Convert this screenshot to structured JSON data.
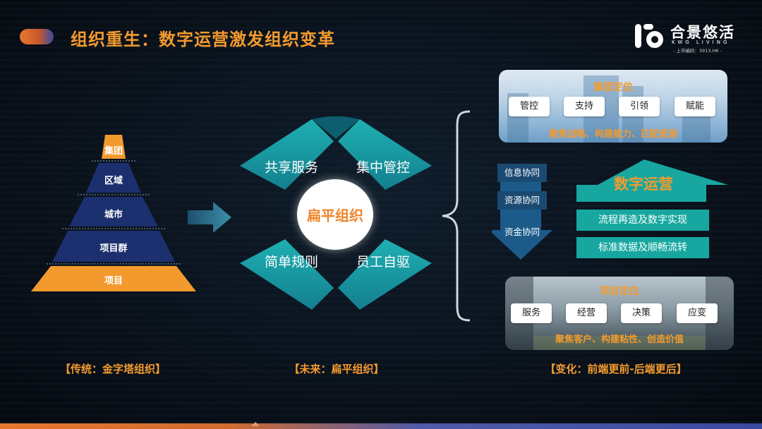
{
  "header": {
    "title": "组织重生：数字运营激发组织变革"
  },
  "logo": {
    "name": "合景悠活",
    "en": "KWG LIVING",
    "code": "- 上市编码：3913.HK -"
  },
  "pyramid": {
    "levels": [
      "集团",
      "区域",
      "城市",
      "项目群",
      "项目"
    ],
    "caption": "【传统：金字塔组织】"
  },
  "flat": {
    "center": "扁平组织",
    "petals": {
      "top_left": "共享服务",
      "top_right": "集中管控",
      "bottom_left": "简单规则",
      "bottom_right": "员工自驱"
    },
    "caption": "【未来：扁平组织】"
  },
  "change": {
    "group": {
      "title": "集团定位",
      "pills": [
        "管控",
        "支持",
        "引领",
        "赋能"
      ],
      "subtitle": "聚焦战略、构建能力、匹配资源"
    },
    "side_labels": [
      "信息协同",
      "资源协同",
      "资金协同"
    ],
    "digital": "数字运营",
    "bars": [
      "流程再造及数字实现",
      "标准数据及顺畅流转"
    ],
    "project": {
      "title": "项目定位",
      "pills": [
        "服务",
        "经营",
        "决策",
        "应变"
      ],
      "subtitle": "聚焦客户、构建粘性、创造价值"
    },
    "caption": "【变化：前端更前-后端更后】"
  },
  "colors": {
    "orange": "#f39a2e",
    "teal": "#17a7a0",
    "navy": "#1c2f6e",
    "petal": "#1a9ba1"
  }
}
